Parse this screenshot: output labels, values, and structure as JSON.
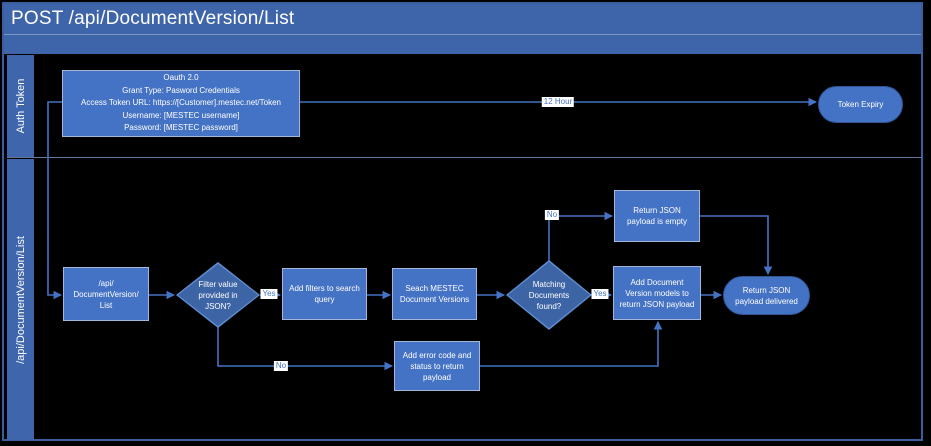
{
  "header": {
    "title": "POST /api/DocumentVersion/List"
  },
  "lanes": [
    {
      "label": "Auth Token"
    },
    {
      "label": "/api/DocumentVersion/List"
    }
  ],
  "nodes": {
    "oauth_credentials": "Oauth 2.0\nGrant Type: Pasword Credentials\nAccess Token URL: https://[Customer].mestec.net/Token\nUsername: [MESTEC username]\nPassword: [MESTEC password]",
    "token_expiry": "Token Expiry",
    "api_endpoint": "/api/\nDocumentVersion/\nList",
    "filter_value_decision": "Filter value\nprovided in\nJSON?",
    "add_filters": "Add filters to search\nquery",
    "search_versions": "Seach MESTEC\nDocument Versions",
    "matching_docs_decision": "Matching\nDocuments\nfound?",
    "return_empty_payload": "Return JSON\npayload is empty",
    "add_version_models": "Add Document\nVersion models to\nreturn JSON payload",
    "add_error_code": "Add error code and\nstatus to return\npayload",
    "payload_delivered": "Return JSON\npayload delivered"
  },
  "edge_labels": {
    "token_refresh": "12 Hour",
    "filter_yes": "Yes",
    "filter_no": "No",
    "matching_yes": "Yes",
    "matching_no": "No"
  },
  "colors": {
    "accent_blue": "#4472c4",
    "decision_fill": "#3d64a4",
    "header_blue": "#3e64a9",
    "background": "#000000",
    "text": "#ffffff"
  }
}
